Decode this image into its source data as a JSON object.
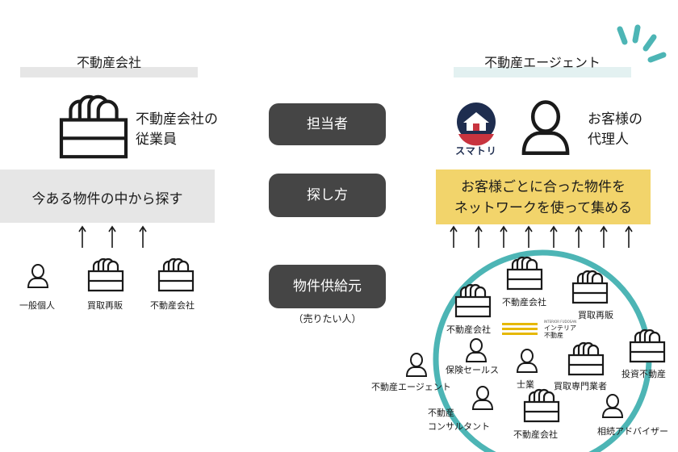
{
  "left": {
    "header": "不動産会社",
    "staff_line1": "不動産会社の",
    "staff_line2": "従業員",
    "search_method": "今ある物件の中から探す",
    "sources": [
      "一般個人",
      "買取再販",
      "不動産会社"
    ]
  },
  "center": {
    "row1": "担当者",
    "row2": "探し方",
    "row3": "物件供給元",
    "row3_sub": "（売りたい人）"
  },
  "right": {
    "header": "不動産エージェント",
    "logo_text": "スマトリ",
    "agent_line1": "お客様の",
    "agent_line2": "代理人",
    "search_line1": "お客様ごとに合った物件を",
    "search_line2": "ネットワークを使って集める",
    "network": {
      "company_top": "不動産会社",
      "resale_top": "買取再販",
      "company_left": "不動産会社",
      "interior_small": "INTERIOR FUDOSAN",
      "interior_line1": "インテリア",
      "interior_line2": "不動産",
      "insurance": "保険セールス",
      "shigyo": "士業",
      "resale_specialist": "買取専門業者",
      "investment": "投資不動産",
      "agent": "不動産エージェント",
      "consultant_line1": "不動産",
      "consultant_line2": "コンサルタント",
      "company_bottom": "不動産会社",
      "inheritance": "相続アドバイザー"
    }
  },
  "colors": {
    "header_bar_left": "#e6e6e6",
    "header_bar_right": "#e3f1f1",
    "pill": "#454545",
    "left_box": "#e6e6e6",
    "right_box": "#f2d46b",
    "ring": "#4db5b5",
    "accent_teal": "#4db5b5",
    "logo_navy": "#1e2d4f",
    "logo_red": "#c8343f",
    "interior_gold": "#e6b800"
  }
}
